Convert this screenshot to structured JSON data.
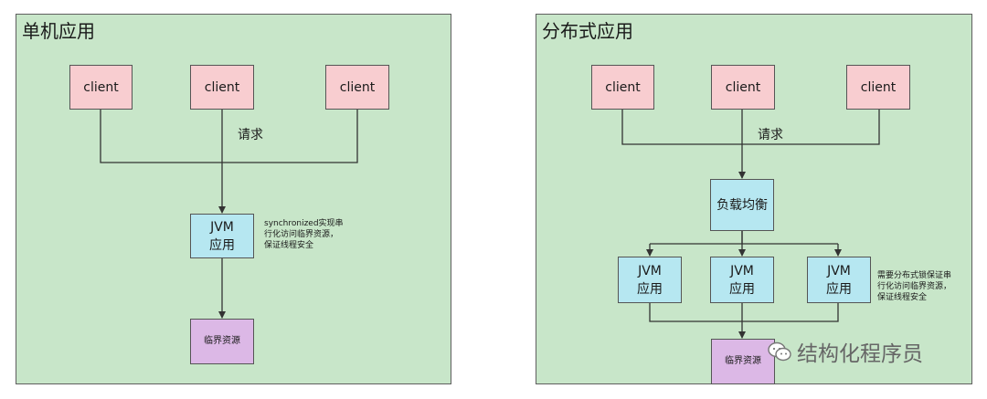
{
  "left": {
    "title": "单机应用",
    "clients": [
      "client",
      "client",
      "client"
    ],
    "request_label": "请求",
    "jvm": {
      "line1": "JVM",
      "line2": "应用"
    },
    "note": [
      "synchronized实现串",
      "行化访问临界资源，",
      "保证线程安全"
    ],
    "resource": "临界资源"
  },
  "right": {
    "title": "分布式应用",
    "clients": [
      "client",
      "client",
      "client"
    ],
    "request_label": "请求",
    "load_balancer": "负载均衡",
    "jvms": [
      {
        "line1": "JVM",
        "line2": "应用"
      },
      {
        "line1": "JVM",
        "line2": "应用"
      },
      {
        "line1": "JVM",
        "line2": "应用"
      }
    ],
    "note": [
      "需要分布式锁保证串",
      "行化访问临界资源，",
      "保证线程安全"
    ],
    "resource": "临界资源"
  },
  "watermark": {
    "text": "结构化程序员",
    "icon": "wechat-icon"
  },
  "colors": {
    "panel_bg": "#c8e6c9",
    "client": "#f8cdd0",
    "jvm": "#b6e7f1",
    "resource": "#dcb8e6",
    "line": "#333333"
  }
}
